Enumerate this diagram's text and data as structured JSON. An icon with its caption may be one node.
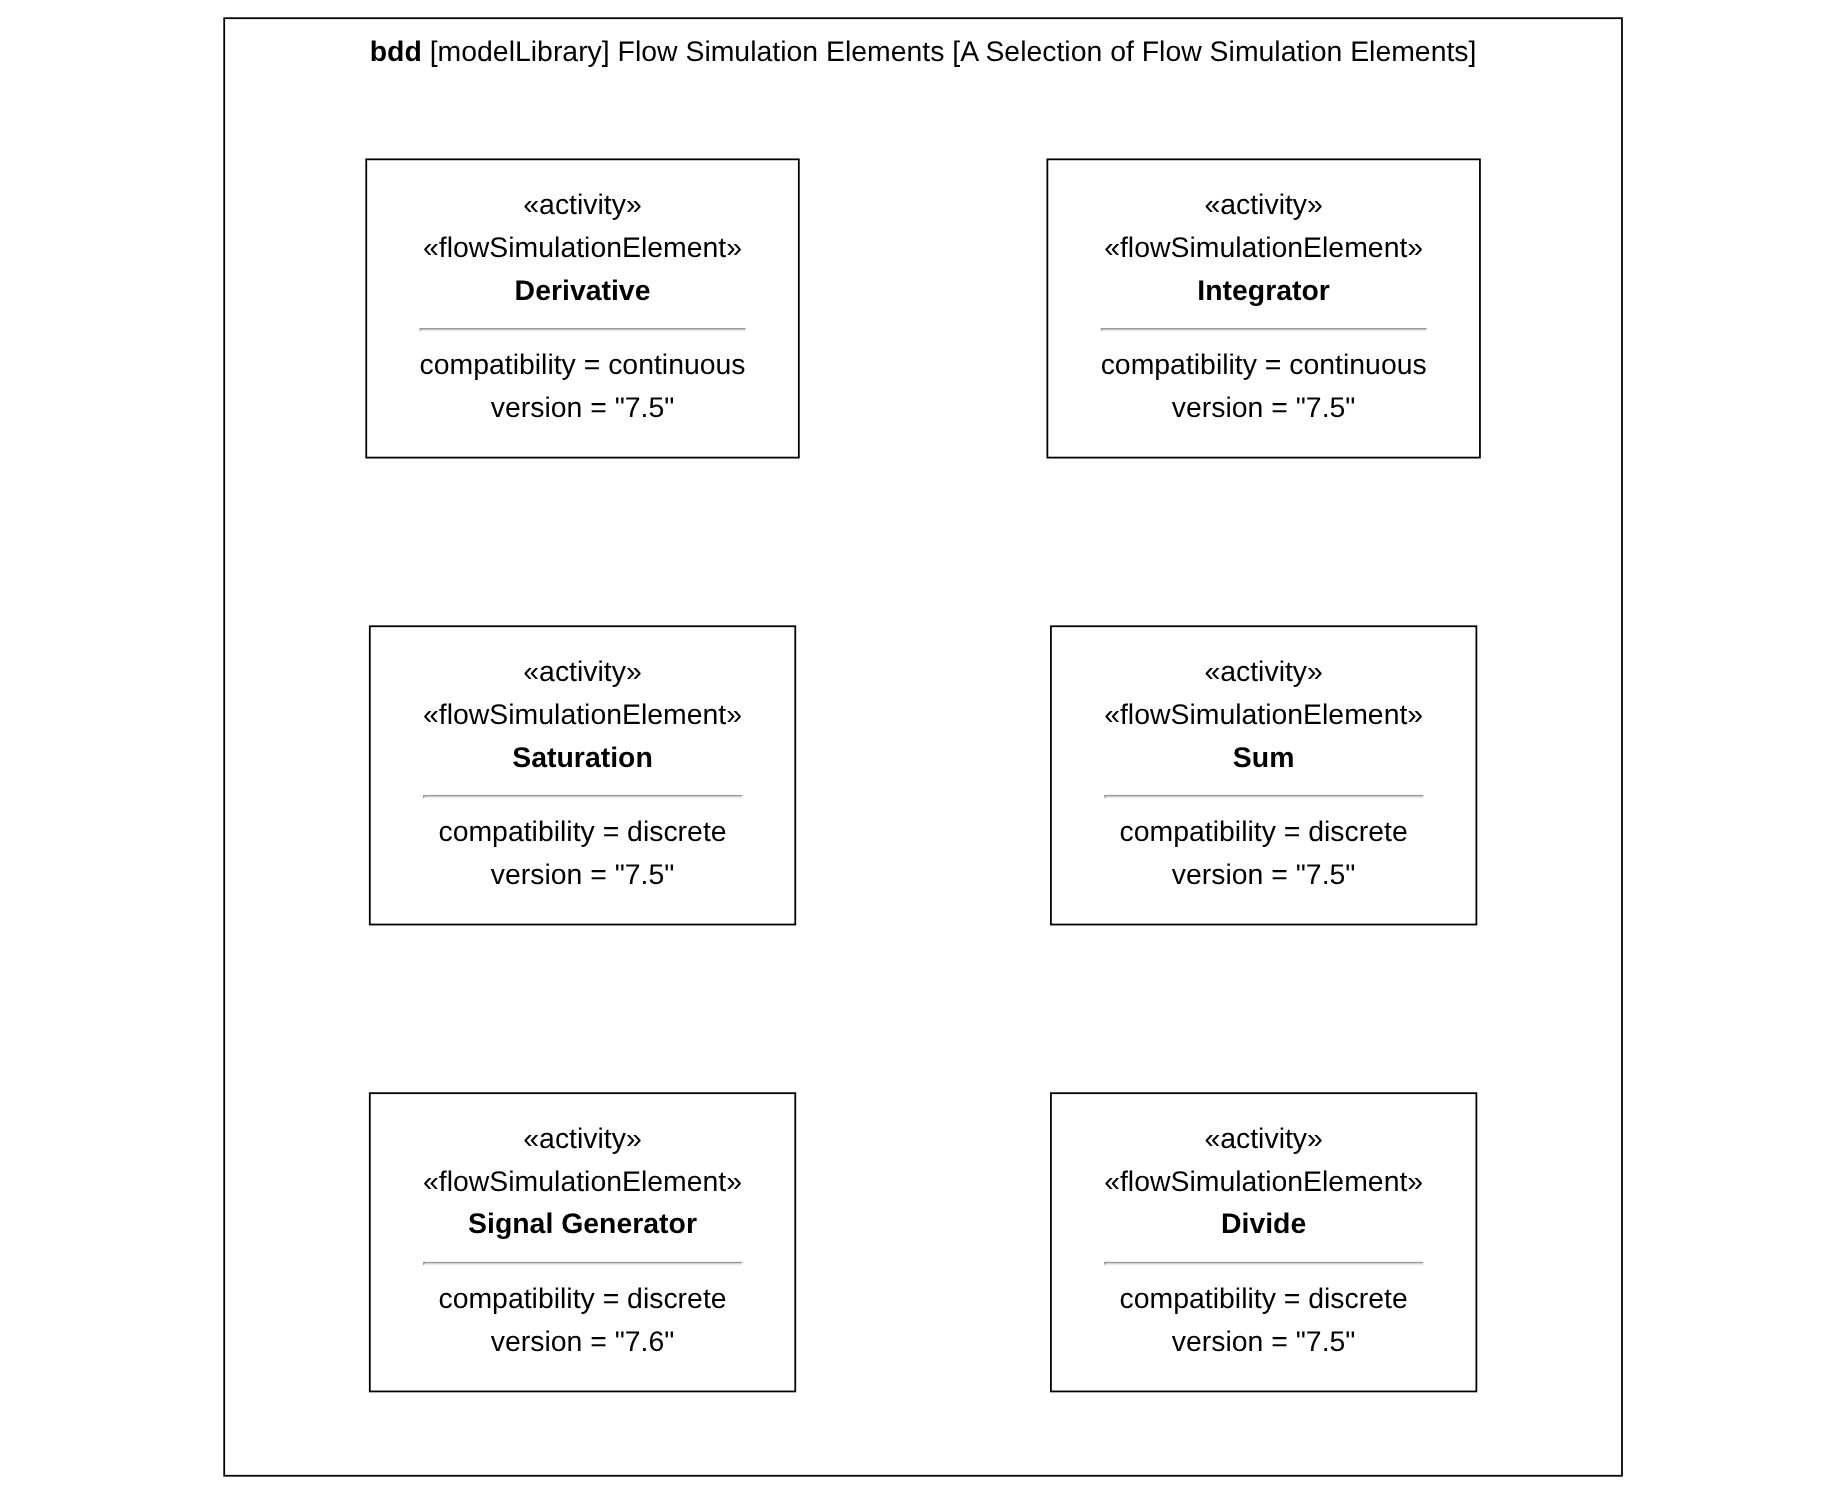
{
  "diagram": {
    "nodes": [
      {
        "text": [
          "**bdd** [modelLibrary] Flow Simulation Elements [A Selection of Flow Simulation Elements]"
        ]
      },
      {
        "text": [
          "«activity»",
          "«flowSimulationElement»",
          "Derivative",
          "compatibility = continuous",
          "version = \"7.5\""
        ],
        "in": 0
      },
      {
        "text": [
          "«activity»",
          "«flowSimulationElement»",
          "Integrator",
          "compatibility = continuous",
          "version = \"7.5\""
        ],
        "in": 0
      },
      {
        "text": [
          "«activity»",
          "«flowSimulationElement»",
          "Saturation",
          "compatibility = discrete",
          "version = \"7.5\""
        ],
        "in": 0
      },
      {
        "text": [
          "«activity»",
          "«flowSimulationElement»",
          "Sum",
          "compatibility = discrete",
          "version = \"7.5\""
        ],
        "in": 0
      },
      {
        "text": [
          "«activity»",
          "«flowSimulationElement»",
          "Signal Generator",
          "compatibility = discrete",
          "version = \"7.6\""
        ],
        "in": 0
      },
      {
        "text": [
          "«activity»",
          "«flowSimulationElement»",
          "Divide",
          "compatibility = discrete",
          "version = \"7.5\""
        ],
        "in": 0
      }
    ]
  }
}
